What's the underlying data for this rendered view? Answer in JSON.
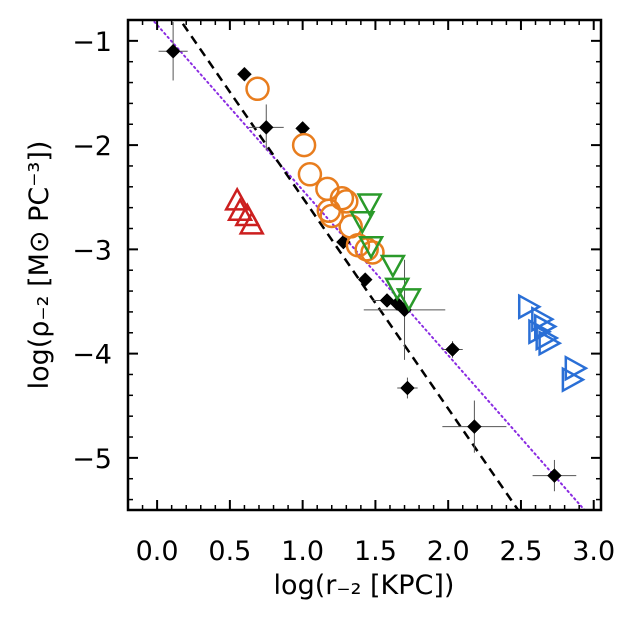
{
  "chart_data": {
    "type": "scatter",
    "xlabel": "log(r₋₂ [KPC])",
    "ylabel": "log(ρ₋₂ [M⊙ PC⁻³])",
    "xlim": [
      -0.2,
      3.05
    ],
    "ylim": [
      -5.5,
      -0.8
    ],
    "xticks": [
      0.0,
      0.5,
      1.0,
      1.5,
      2.0,
      2.5,
      3.0
    ],
    "xtick_labels": [
      "0.0",
      "0.5",
      "1.0",
      "1.5",
      "2.0",
      "2.5",
      "3.0"
    ],
    "yticks": [
      -1,
      -2,
      -3,
      -4,
      -5
    ],
    "ytick_labels": [
      "−1",
      "−2",
      "−3",
      "−4",
      "−5"
    ],
    "grid": false,
    "colors": {
      "diamonds": "#000000",
      "circles": "#e87d1e",
      "down_triangles": "#2a9a2a",
      "up_triangles": "#cc1f1f",
      "right_triangles": "#2a6fd6",
      "dotted_line": "#8a2be2",
      "dashed_line": "#000000"
    },
    "series": [
      {
        "marker": "diamond-filled",
        "points": [
          {
            "x": 0.11,
            "y": -1.1,
            "xerr": 0.1,
            "yerr": 0.28
          },
          {
            "x": 0.6,
            "y": -1.32
          },
          {
            "x": 0.75,
            "y": -1.83,
            "xerr": 0.12,
            "yerr": 0.22
          },
          {
            "x": 1.0,
            "y": -1.84
          },
          {
            "x": 1.28,
            "y": -2.93
          },
          {
            "x": 1.43,
            "y": -3.29
          },
          {
            "x": 1.58,
            "y": -3.49,
            "xerr": 0.1
          },
          {
            "x": 1.65,
            "y": -3.52
          },
          {
            "x": 1.7,
            "y": -3.58,
            "xerr": 0.28,
            "yerr": 0.48
          },
          {
            "x": 1.72,
            "y": -4.33,
            "xerr": 0.07,
            "yerr": 0.1
          },
          {
            "x": 2.03,
            "y": -3.96,
            "xerr": 0.07,
            "yerr": 0.08
          },
          {
            "x": 2.18,
            "y": -4.7,
            "xerr": 0.22,
            "yerr": 0.25
          },
          {
            "x": 2.73,
            "y": -5.17,
            "xerr": 0.15,
            "yerr": 0.15
          }
        ]
      },
      {
        "marker": "circle-open",
        "points": [
          {
            "x": 0.69,
            "y": -1.46
          },
          {
            "x": 1.01,
            "y": -2.0
          },
          {
            "x": 1.05,
            "y": -2.28
          },
          {
            "x": 1.17,
            "y": -2.42
          },
          {
            "x": 1.27,
            "y": -2.51
          },
          {
            "x": 1.3,
            "y": -2.54
          },
          {
            "x": 1.18,
            "y": -2.63
          },
          {
            "x": 1.2,
            "y": -2.68
          },
          {
            "x": 1.33,
            "y": -2.78
          },
          {
            "x": 1.38,
            "y": -2.96
          },
          {
            "x": 1.44,
            "y": -3.0
          },
          {
            "x": 1.48,
            "y": -3.03
          }
        ]
      },
      {
        "marker": "triangle-down-open",
        "points": [
          {
            "x": 1.46,
            "y": -2.56
          },
          {
            "x": 1.41,
            "y": -2.73
          },
          {
            "x": 1.47,
            "y": -2.97
          },
          {
            "x": 1.62,
            "y": -3.15
          },
          {
            "x": 1.65,
            "y": -3.37
          },
          {
            "x": 1.73,
            "y": -3.47
          }
        ]
      },
      {
        "marker": "triangle-up-open",
        "points": [
          {
            "x": 0.55,
            "y": -2.53
          },
          {
            "x": 0.57,
            "y": -2.63
          },
          {
            "x": 0.62,
            "y": -2.68
          },
          {
            "x": 0.65,
            "y": -2.76
          }
        ]
      },
      {
        "marker": "triangle-right-open",
        "points": [
          {
            "x": 2.55,
            "y": -3.55
          },
          {
            "x": 2.64,
            "y": -3.67
          },
          {
            "x": 2.66,
            "y": -3.74
          },
          {
            "x": 2.62,
            "y": -3.79
          },
          {
            "x": 2.67,
            "y": -3.85
          },
          {
            "x": 2.69,
            "y": -3.9
          },
          {
            "x": 2.87,
            "y": -4.14
          },
          {
            "x": 2.85,
            "y": -4.25
          }
        ]
      }
    ],
    "lines": [
      {
        "style": "dotted",
        "points": [
          [
            -0.2,
            -0.53
          ],
          [
            3.05,
            -5.68
          ]
        ]
      },
      {
        "style": "dashed",
        "points": [
          [
            0.06,
            -0.6
          ],
          [
            2.5,
            -5.54
          ]
        ]
      }
    ]
  }
}
